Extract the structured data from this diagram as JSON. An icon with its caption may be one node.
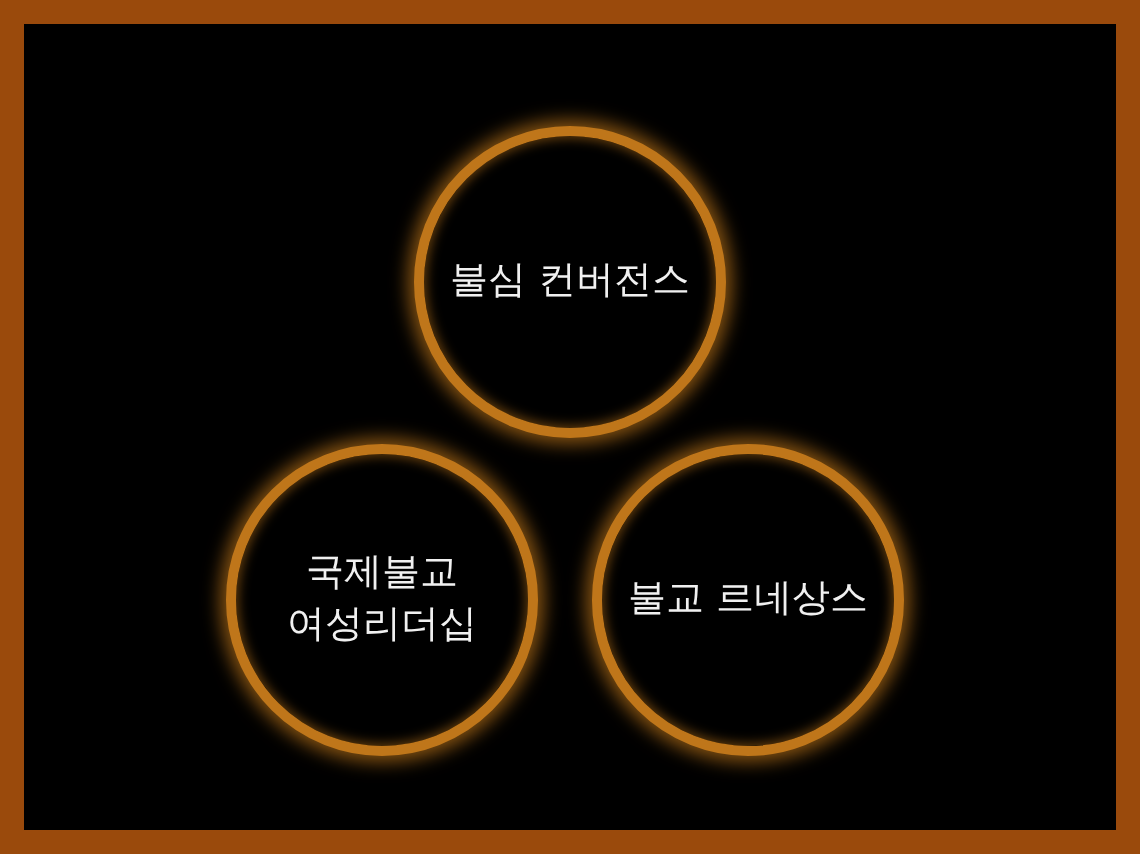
{
  "diagram": {
    "nodes": [
      {
        "text": [
          "불심 컨버전스"
        ]
      },
      {
        "text": [
          "국제불교 여성리더십"
        ]
      },
      {
        "text": [
          "불교 르네상스"
        ]
      }
    ]
  }
}
